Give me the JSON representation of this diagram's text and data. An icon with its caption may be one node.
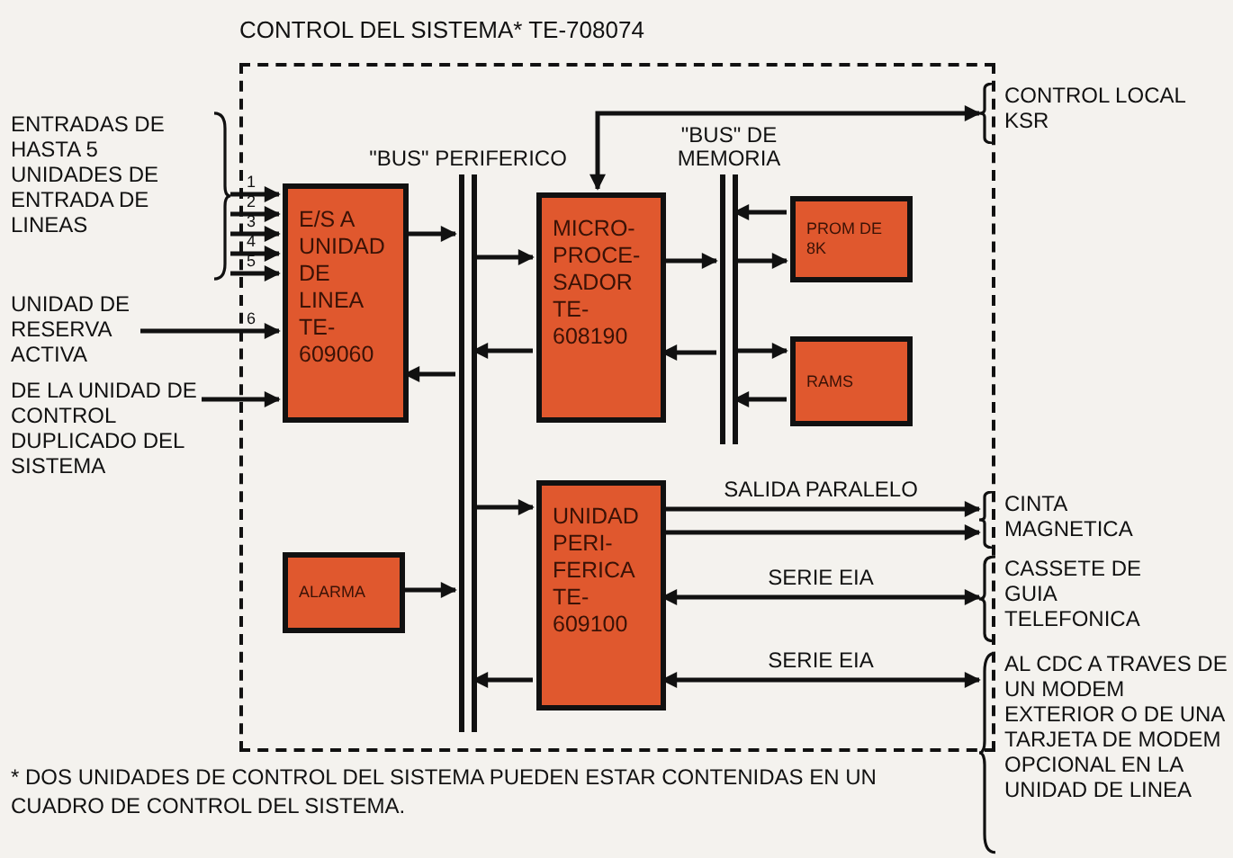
{
  "diagram": {
    "nodes": [
      {
        "text": [
          "CONTROL DEL SISTEMA* TE-708074"
        ]
      },
      {
        "text": [
          "E/S A UNIDAD DE LINEA TE-609060"
        ],
        "in": 0
      },
      {
        "text": [
          "\"BUS\" PERIFERICO"
        ],
        "in": 0
      },
      {
        "text": [
          "MICRO-PROCE-SADOR TE-608190"
        ],
        "in": 0
      },
      {
        "text": [
          "\"BUS\" DE MEMORIA"
        ],
        "in": 0
      },
      {
        "text": [
          "PROM DE 8K"
        ],
        "in": 0
      },
      {
        "text": [
          "RAMS"
        ],
        "in": 0
      },
      {
        "text": [
          "UNIDAD PERI-FERICA TE-609100"
        ],
        "in": 0
      },
      {
        "text": [
          "ALARMA"
        ],
        "in": 0
      },
      {
        "text": [
          "ENTRADAS DE HASTA 5 UNIDADES DE ENTRADA DE LINEAS"
        ]
      },
      {
        "text": [
          "UNIDAD DE RESERVA ACTIVA"
        ]
      },
      {
        "text": [
          "DE LA UNIDAD DE CONTROL DUPLICADO DEL SISTEMA"
        ]
      },
      {
        "text": [
          "CONTROL LOCAL KSR"
        ]
      },
      {
        "text": [
          "CINTA MAGNETICA"
        ]
      },
      {
        "text": [
          "CASSETE DE GUIA TELEFONICA"
        ]
      },
      {
        "text": [
          "AL CDC A TRAVES DE UN MODEM EXTERIOR O DE UNA TARJETA DE MODEM OPCIONAL EN LA UNIDAD DE LINEA"
        ]
      }
    ],
    "edges": [
      {
        "from": 9,
        "to": 1,
        "arrow": "to"
      },
      {
        "from": 9,
        "to": 1,
        "arrow": "to"
      },
      {
        "from": 9,
        "to": 1,
        "arrow": "to"
      },
      {
        "from": 9,
        "to": 1,
        "arrow": "to"
      },
      {
        "from": 9,
        "to": 1,
        "arrow": "to"
      },
      {
        "from": 10,
        "to": 1,
        "arrow": "to"
      },
      {
        "from": 11,
        "to": 1,
        "arrow": "to"
      },
      {
        "from": 1,
        "to": 2,
        "arrow": "to"
      },
      {
        "from": 2,
        "to": 1,
        "arrow": "to"
      },
      {
        "from": 2,
        "to": 3,
        "arrow": "to"
      },
      {
        "from": 3,
        "to": 2,
        "arrow": "to"
      },
      {
        "from": 3,
        "to": 4,
        "arrow": "to"
      },
      {
        "from": 4,
        "to": 3,
        "arrow": "to"
      },
      {
        "from": 5,
        "to": 4,
        "arrow": "to"
      },
      {
        "from": 4,
        "to": 5,
        "arrow": "to"
      },
      {
        "from": 4,
        "to": 6,
        "arrow": "to"
      },
      {
        "from": 6,
        "to": 4,
        "arrow": "to"
      },
      {
        "from": 3,
        "to": 12,
        "arrow": "both"
      },
      {
        "from": 2,
        "to": 7,
        "arrow": "to"
      },
      {
        "from": 7,
        "to": 2,
        "arrow": "to"
      },
      {
        "from": 8,
        "to": 2,
        "arrow": "to"
      },
      {
        "from": 7,
        "to": 13,
        "arrow": "to",
        "label": "SALIDA PARALELO"
      },
      {
        "from": 7,
        "to": 13,
        "arrow": "to"
      },
      {
        "from": 7,
        "to": 14,
        "arrow": "both",
        "label": "SERIE EIA"
      },
      {
        "from": 7,
        "to": 15,
        "arrow": "both",
        "label": "SERIE EIA"
      }
    ],
    "labels": [
      "1",
      "2",
      "3",
      "4",
      "5",
      "6",
      "* DOS UNIDADES DE CONTROL DEL SISTEMA PUEDEN ESTAR CONTENIDAS EN UN CUADRO DE CONTROL DEL SISTEMA."
    ]
  }
}
